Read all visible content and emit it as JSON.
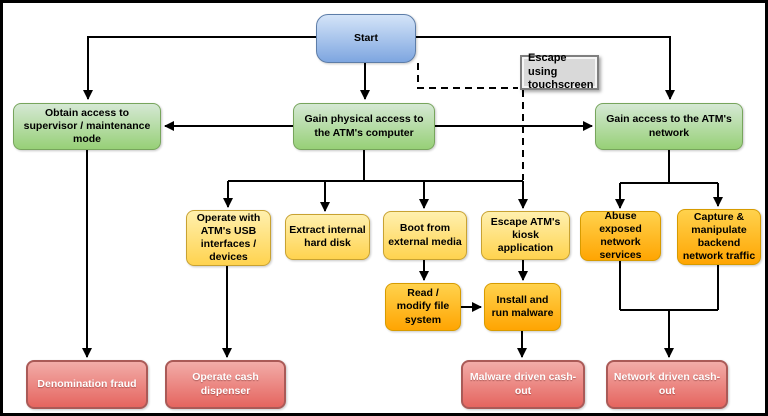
{
  "diagram": {
    "kind": "flowchart",
    "nodes": {
      "start": {
        "label": "Start"
      },
      "escape_note": {
        "label": "Escape using touchscreen"
      },
      "supervisor": {
        "label": "Obtain access to supervisor / maintenance mode"
      },
      "physical": {
        "label": "Gain physical access to the ATM's computer"
      },
      "network": {
        "label": "Gain access to the ATM's network"
      },
      "usb": {
        "label": "Operate with ATM's USB interfaces / devices"
      },
      "extract": {
        "label": "Extract internal hard disk"
      },
      "boot": {
        "label": "Boot from external media"
      },
      "kiosk": {
        "label": "Escape ATM's kiosk application"
      },
      "abuse": {
        "label": "Abuse exposed network services"
      },
      "capture": {
        "label": "Capture & manipulate backend network traffic"
      },
      "read": {
        "label": "Read / modify file system"
      },
      "install": {
        "label": "Install and run malware"
      },
      "denomination": {
        "label": "Denomination fraud"
      },
      "dispenser": {
        "label": "Operate cash dispenser"
      },
      "malware_cashout": {
        "label": "Malware driven cash-out"
      },
      "network_cashout": {
        "label": "Network driven cash-out"
      }
    },
    "colors": {
      "start_fill_top": "#d4e4f8",
      "start_fill_bottom": "#7ea6e0",
      "start_border": "#5d7da8",
      "action_fill_top": "#d5e8d4",
      "action_fill_bottom": "#97d077",
      "action_border": "#77a55c",
      "method_fill_top": "#fff0ae",
      "method_fill_bottom": "#ffd34f",
      "method_border": "#c8a232",
      "exploit_fill_top": "#ffd24d",
      "exploit_fill_bottom": "#ffa502",
      "exploit_border": "#d79b00",
      "outcome_fill_top": "#f2aca8",
      "outcome_fill_bottom": "#e5655f",
      "outcome_border": "#aa5a57",
      "note_fill": "#d9d9d9",
      "note_border": "#7f7f7f",
      "connector": "#000000",
      "frame": "#000000",
      "background": "#ffffff"
    }
  }
}
